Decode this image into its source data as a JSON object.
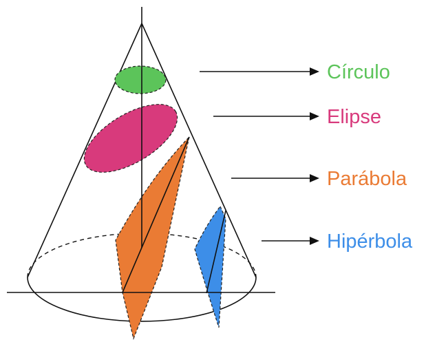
{
  "labels": {
    "circle": "Círculo",
    "ellipse": "Elipse",
    "parabola": "Parábola",
    "hyperbola": "Hipérbola"
  },
  "colors": {
    "circle": "#5cc45a",
    "ellipse": "#d83a7c",
    "parabola": "#ea7b34",
    "hyperbola": "#3d8ee8",
    "line": "#111111"
  }
}
